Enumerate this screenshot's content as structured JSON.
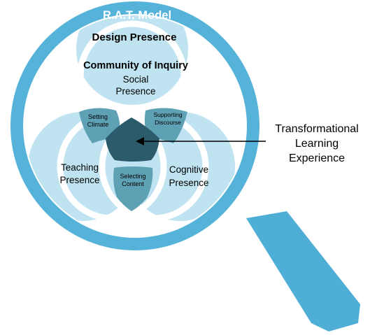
{
  "colors": {
    "ring": "#55b3d9",
    "ring_stroke": "#3f9fc8",
    "handle": "#4faed6",
    "petal": "#bfe3f1",
    "petal_stroke": "#ffffff",
    "overlap": "#5fa1b4",
    "center": "#2c5c6c",
    "title_text": "#ffffff",
    "body_text": "#000000",
    "arrow": "#000000"
  },
  "titles": {
    "model": "R.A.T. Model",
    "design": "Design Presence",
    "community": "Community of Inquiry"
  },
  "presences": {
    "social_1": "Social",
    "social_2": "Presence",
    "teaching_1": "Teaching",
    "teaching_2": "Presence",
    "cognitive_1": "Cognitive",
    "cognitive_2": "Presence"
  },
  "overlaps": {
    "setting_1": "Setting",
    "setting_2": "Climate",
    "supporting_1": "Supporting",
    "supporting_2": "Discourse",
    "selecting_1": "Selecting",
    "selecting_2": "Content"
  },
  "callout": {
    "line_1": "Transformational",
    "line_2": "Learning",
    "line_3": "Experience"
  },
  "icons": {
    "magnifier": "magnifying-glass-icon",
    "arrow": "arrow-left-icon"
  }
}
